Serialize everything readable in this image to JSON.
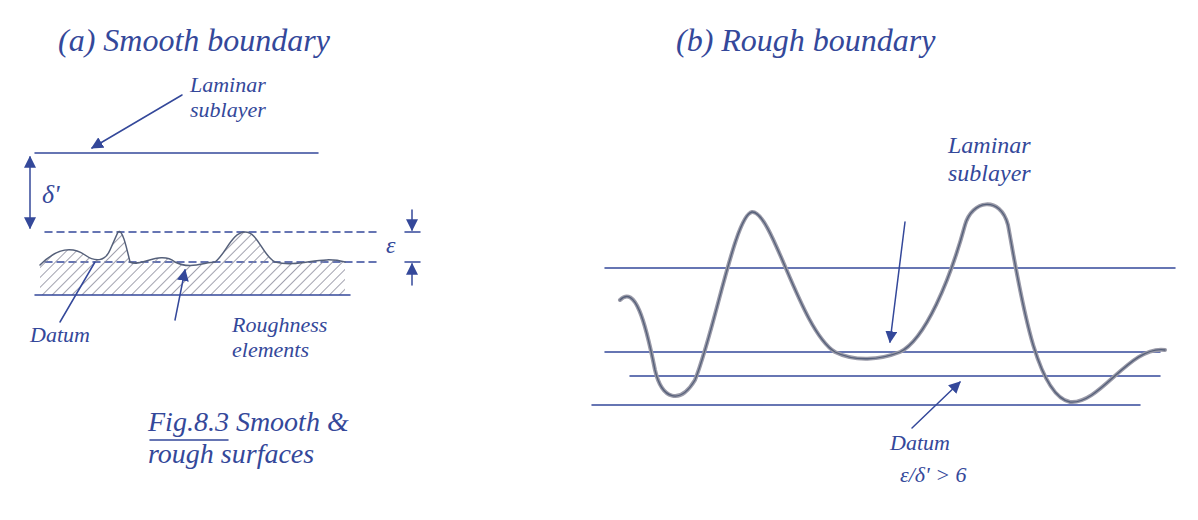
{
  "diagram": {
    "caption": "Fig.8.3 Smooth & rough surfaces",
    "labels": [
      "(a) Smooth boundary",
      "(b) Rough boundary",
      "Laminar sublayer",
      "δ'",
      "ε",
      "Datum",
      "Roughness elements",
      "Laminar sublayer",
      "Datum",
      "ε/δ' > 6"
    ]
  }
}
